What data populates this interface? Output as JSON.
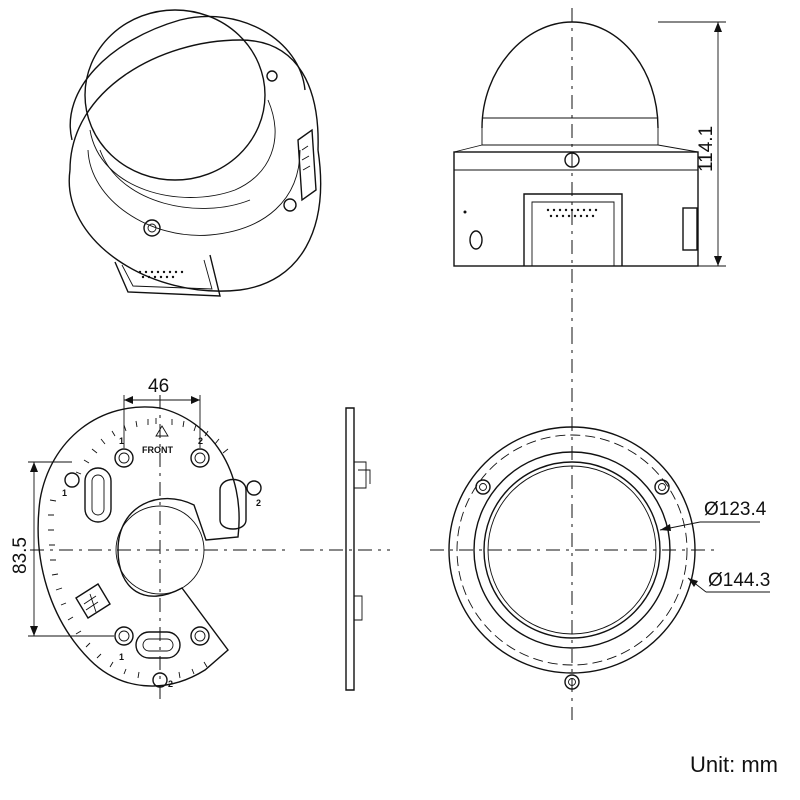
{
  "dimensions": {
    "height": "114.1",
    "hole_spacing_horizontal": "46",
    "hole_spacing_vertical": "83.5",
    "inner_diameter": "Ø123.4",
    "outer_diameter": "Ø144.3"
  },
  "plate_labels": {
    "front": "FRONT",
    "hole_1_top": "1",
    "hole_2_top": "2",
    "hole_2_right": "2",
    "hole_1_left": "1",
    "hole_1_bottom": "1",
    "hole_2_bottom": "2"
  },
  "unit_label": "Unit: mm"
}
